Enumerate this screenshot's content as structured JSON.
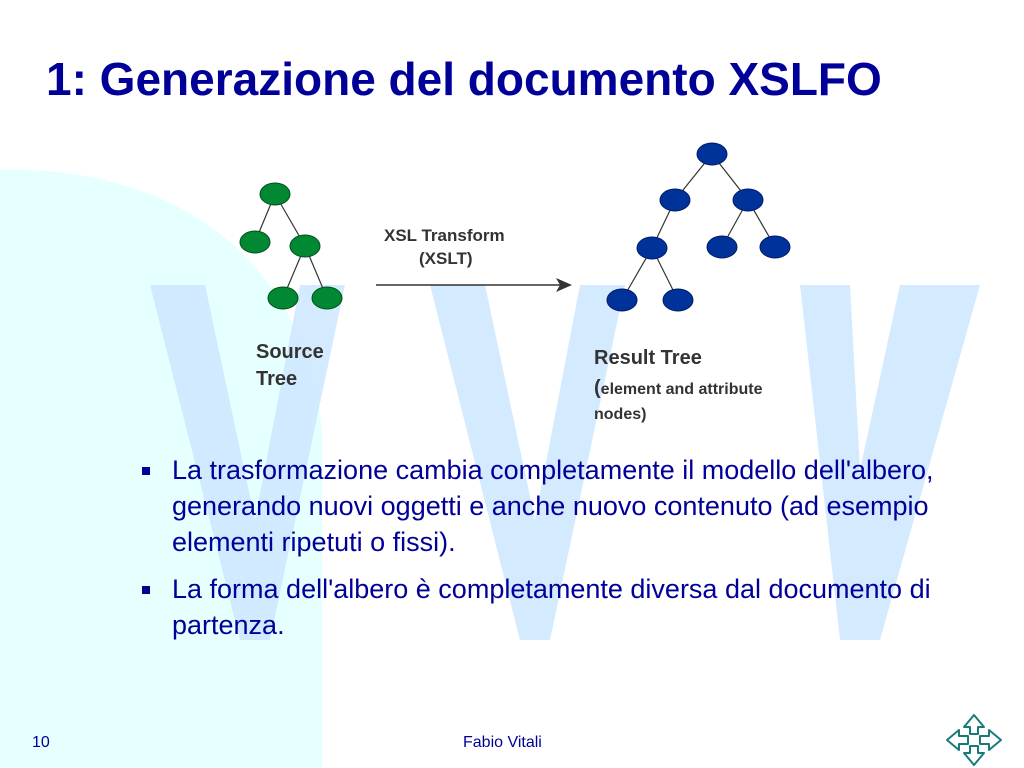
{
  "colors": {
    "title": "#000099",
    "text": "#000099",
    "background_shape": "#E6FFFF",
    "watermark": "#CCE6FF",
    "source_node": "#008833",
    "result_node": "#003399",
    "arrow": "#333333"
  },
  "slide": {
    "title": "1: Generazione del documento XSLFO"
  },
  "diagram": {
    "source_label_line1": "Source",
    "source_label_line2": "Tree",
    "transform_label_line1": "XSL Transform",
    "transform_label_line2": "(XSLT)",
    "result_label_line1": "Result Tree",
    "result_label_line2_paren": "(",
    "result_label_line2_text": "element and attribute",
    "result_label_line3": "nodes)"
  },
  "bullets": [
    "La trasformazione cambia completamente il modello dell'albero, generando nuovi oggetti e anche nuovo contenuto (ad esempio elementi ripetuti o fissi).",
    "La forma dell'albero è completamente diversa dal documento di partenza."
  ],
  "footer": {
    "slide_number": "10",
    "author": "Fabio Vitali"
  },
  "icons": {
    "navigation": "four-arrows-nav-icon"
  }
}
